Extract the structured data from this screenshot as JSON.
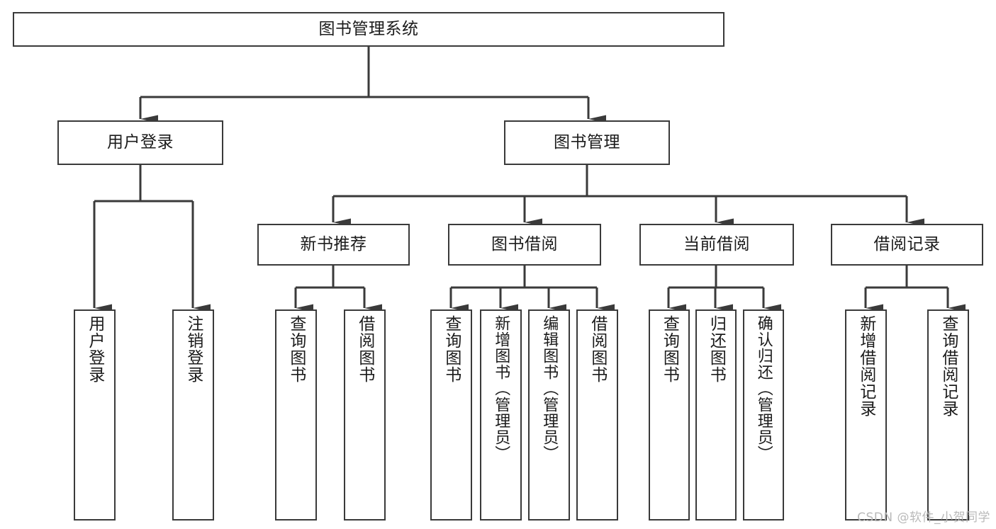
{
  "diagram": {
    "type": "tree-hierarchy",
    "title": "图书管理系统",
    "root": {
      "id": "root",
      "label": "图书管理系统"
    },
    "level2": [
      {
        "id": "user-login",
        "label": "用户登录"
      },
      {
        "id": "book-manage",
        "label": "图书管理"
      }
    ],
    "level3": [
      {
        "id": "new-book-recommend",
        "label": "新书推荐",
        "parent": "book-manage"
      },
      {
        "id": "book-borrow",
        "label": "图书借阅",
        "parent": "book-manage"
      },
      {
        "id": "current-borrow",
        "label": "当前借阅",
        "parent": "book-manage"
      },
      {
        "id": "borrow-record",
        "label": "借阅记录",
        "parent": "book-manage"
      }
    ],
    "leaves": [
      {
        "id": "leaf-user-login",
        "label": "用户登录",
        "parent": "user-login"
      },
      {
        "id": "leaf-logout-login",
        "label": "注销登录",
        "parent": "user-login"
      },
      {
        "id": "leaf-query-book-recommend",
        "label": "查询图书",
        "parent": "new-book-recommend"
      },
      {
        "id": "leaf-borrow-book-recommend",
        "label": "借阅图书",
        "parent": "new-book-recommend"
      },
      {
        "id": "leaf-query-book-borrow",
        "label": "查询图书",
        "parent": "book-borrow"
      },
      {
        "id": "leaf-add-book-admin",
        "label": "新增图书（管理员）",
        "parent": "book-borrow"
      },
      {
        "id": "leaf-edit-book-admin",
        "label": "编辑图书（管理员）",
        "parent": "book-borrow"
      },
      {
        "id": "leaf-borrow-book",
        "label": "借阅图书",
        "parent": "book-borrow"
      },
      {
        "id": "leaf-query-book-current",
        "label": "查询图书",
        "parent": "current-borrow"
      },
      {
        "id": "leaf-return-book",
        "label": "归还图书",
        "parent": "current-borrow"
      },
      {
        "id": "leaf-confirm-return-admin",
        "label": "确认归还（管理员）",
        "parent": "current-borrow"
      },
      {
        "id": "leaf-add-borrow-record",
        "label": "新增借阅记录",
        "parent": "borrow-record"
      },
      {
        "id": "leaf-query-borrow-record",
        "label": "查询借阅记录",
        "parent": "borrow-record"
      }
    ],
    "colors": {
      "border": "#3a3a3a",
      "background": "#ffffff",
      "text": "#1b1b1b",
      "watermark": "#b9b9b9"
    }
  },
  "watermark": {
    "text": "CSDN @软件_小贺同学"
  }
}
